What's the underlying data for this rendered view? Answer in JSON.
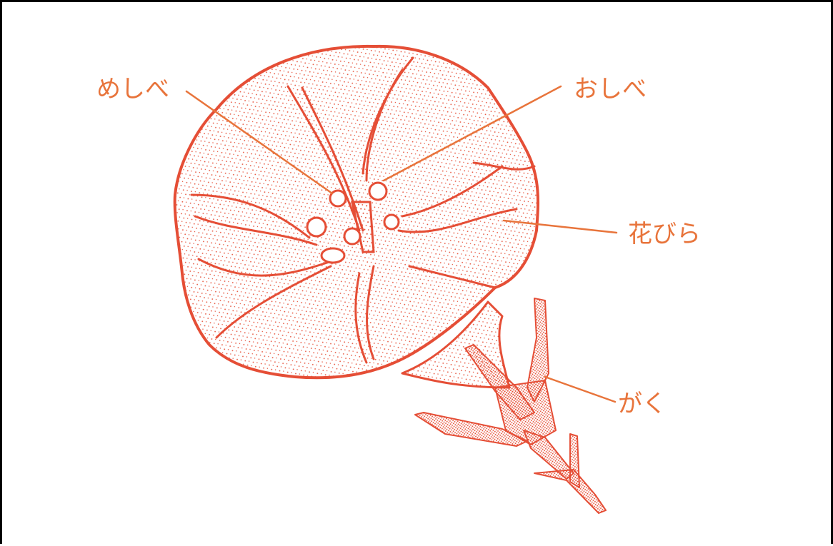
{
  "diagram": {
    "subject": "morning-glory-flower",
    "labels": {
      "pistil": "めしべ",
      "stamen": "おしべ",
      "petal": "花びら",
      "sepal": "がく"
    }
  },
  "colors": {
    "label": "#E8743B",
    "leader_line": "#E8743B",
    "drawing": "#E54E36",
    "border": "#000000",
    "background": "#FFFFFF"
  }
}
